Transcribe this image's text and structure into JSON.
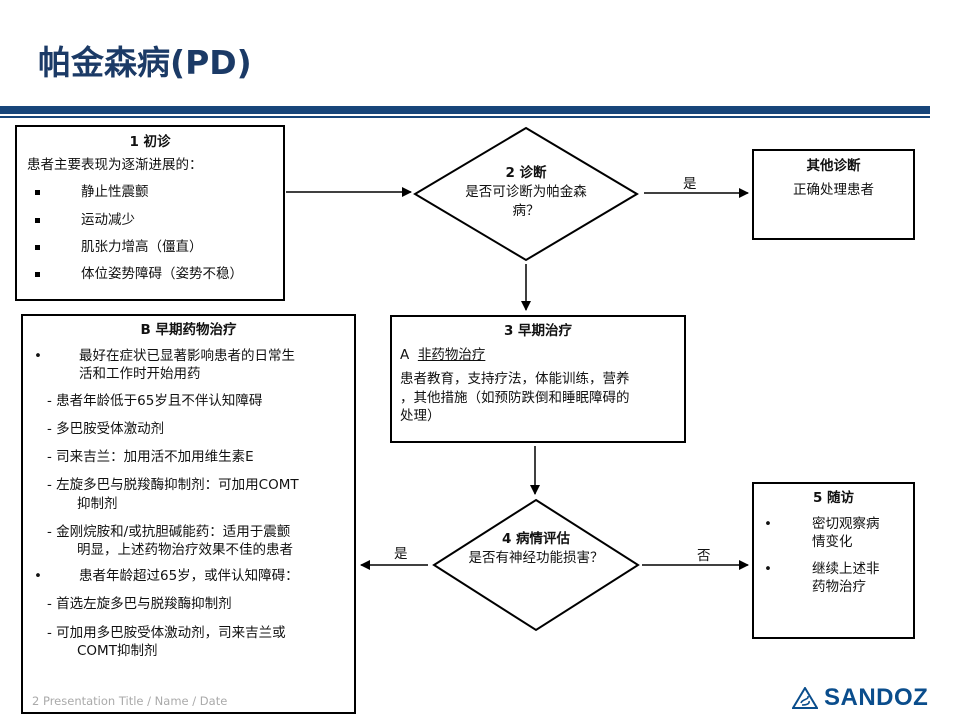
{
  "title": "帕金森病(PD)",
  "box1": {
    "title": "1 初诊",
    "intro": "患者主要表现为逐渐进展的：",
    "items": [
      "静止性震颤",
      "运动减少",
      "肌张力增高（僵直）",
      "体位姿势障碍（姿势不稳）"
    ]
  },
  "diamond2": {
    "title": "2 诊断",
    "line1": "是否可诊断为帕金森",
    "line2": "病？"
  },
  "label_yes_top": "是",
  "other_dx": {
    "title": "其他诊断",
    "text": "正确处理患者"
  },
  "boxB": {
    "title": "B 早期药物治疗",
    "bullet1_l1": "最好在症状已显著影响患者的日常生",
    "bullet1_l2": "活和工作时开始用药",
    "dash1": "患者年龄低于65岁且不伴认知障碍",
    "dash2": "多巴胺受体激动剂",
    "dash3": "司来吉兰：加用活不加用维生素E",
    "dash4_l1": "左旋多巴与脱羧酶抑制剂：可加用COMT",
    "dash4_l2": "抑制剂",
    "dash5_l1": "金刚烷胺和/或抗胆碱能药：适用于震颤",
    "dash5_l2": "明显，上述药物治疗效果不佳的患者",
    "bullet2": "患者年龄超过65岁，或伴认知障碍：",
    "dash6": "首选左旋多巴与脱羧酶抑制剂",
    "dash7_l1": "可加用多巴胺受体激动剂，司来吉兰或",
    "dash7_l2": "COMT抑制剂"
  },
  "box3": {
    "title": "3 早期治疗",
    "sub_prefix": "A",
    "sub_link": "非药物治疗",
    "l1": "患者教育，支持疗法，体能训练，营养",
    "l2": "，其他措施（如预防跌倒和睡眠障碍的",
    "l3": "处理）"
  },
  "diamond4": {
    "title": "4 病情评估",
    "text": "是否有神经功能损害？"
  },
  "label_yes_left": "是",
  "label_no": "否",
  "box5": {
    "title": "5 随访",
    "b1_l1": "密切观察病",
    "b1_l2": "情变化",
    "b2_l1": "继续上述非",
    "b2_l2": "药物治疗"
  },
  "footer": "2 Presentation Title / Name / Date",
  "logo": "SANDOZ",
  "colors": {
    "brand": "#17457a",
    "title": "#1b3a66",
    "logo": "#0a4d8c"
  }
}
